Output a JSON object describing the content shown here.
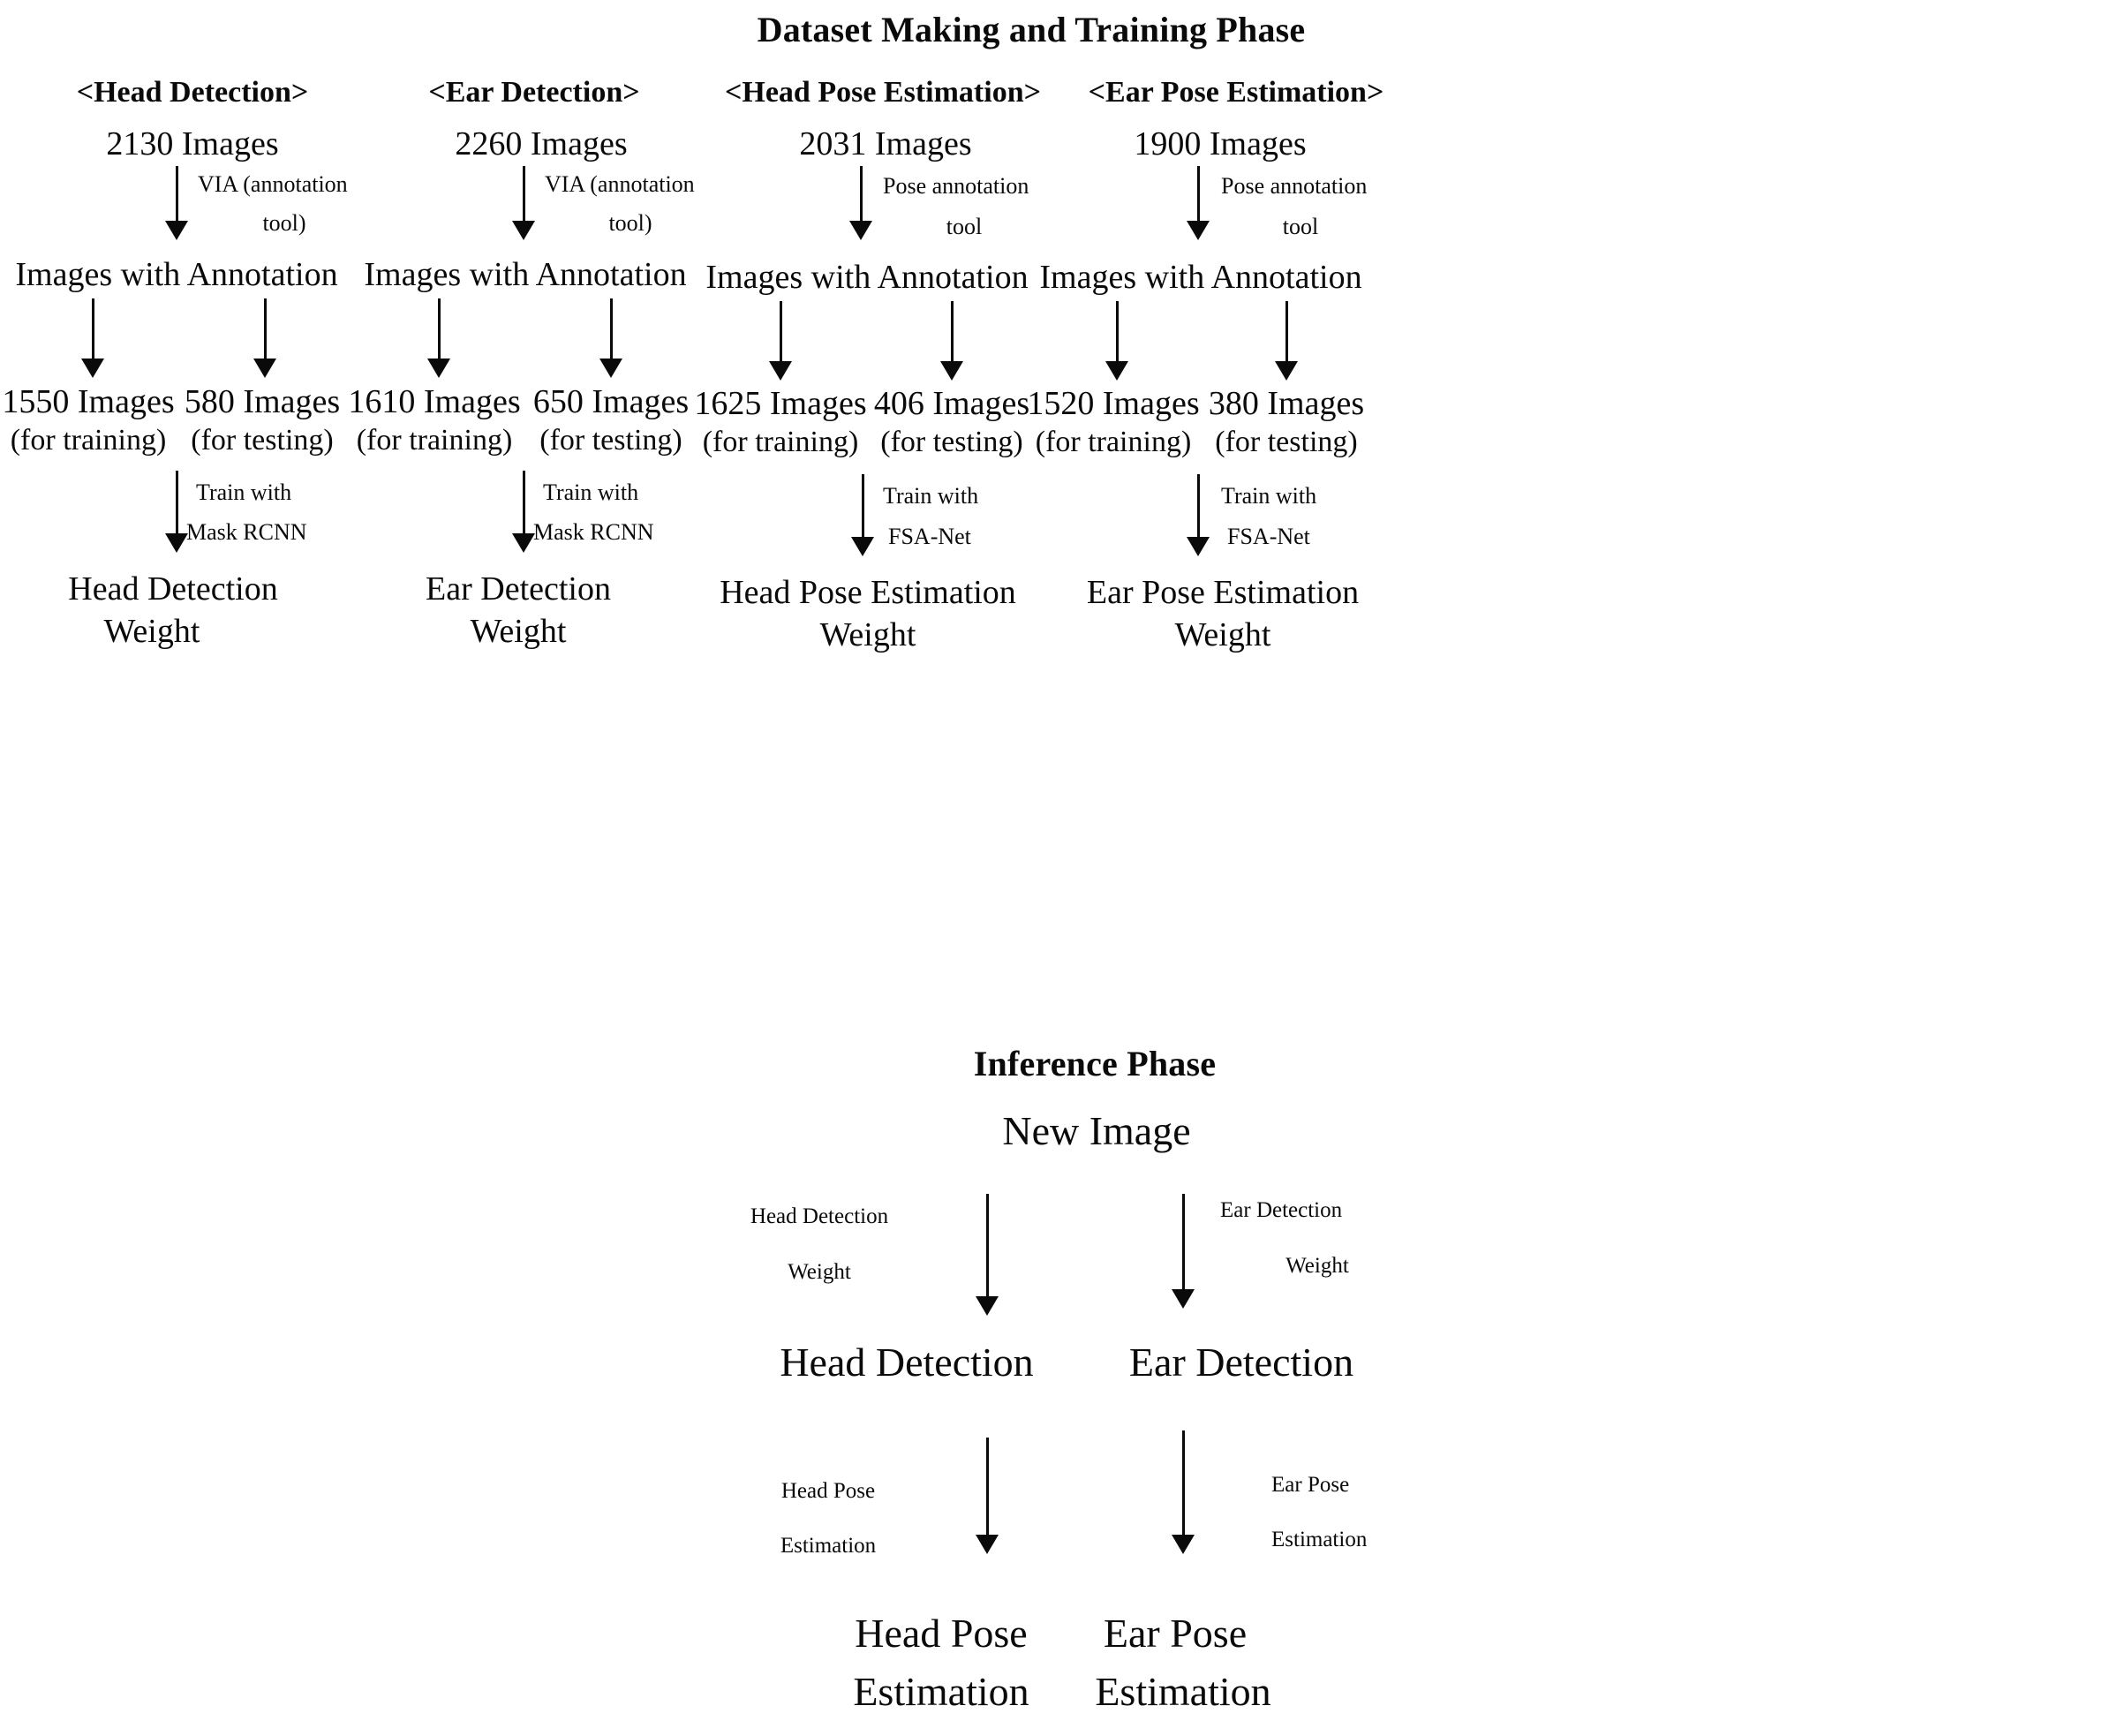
{
  "phases": {
    "training": {
      "title": "Dataset Making and Training Phase",
      "columns": [
        {
          "header": "<Head Detection>",
          "source_images": "2130 Images",
          "annotation_tool_line1": "VIA (annotation",
          "annotation_tool_line2": "tool)",
          "annotated": "Images with Annotation",
          "train_count": "1550 Images",
          "train_caption": "(for training)",
          "test_count": "580 Images",
          "test_caption": "(for testing)",
          "train_with_line1": "Train   with",
          "train_with_line2": "Mask RCNN",
          "weight_line1": "Head Detection",
          "weight_line2": "Weight"
        },
        {
          "header": "<Ear Detection>",
          "source_images": "2260 Images",
          "annotation_tool_line1": "VIA (annotation",
          "annotation_tool_line2": "tool)",
          "annotated": "Images with Annotation",
          "train_count": "1610 Images",
          "train_caption": "(for training)",
          "test_count": "650 Images",
          "test_caption": "(for testing)",
          "train_with_line1": "Train   with",
          "train_with_line2": "Mask RCNN",
          "weight_line1": "Ear Detection",
          "weight_line2": "Weight"
        },
        {
          "header": "<Head Pose Estimation>",
          "source_images": "2031 Images",
          "annotation_tool_line1": "Pose annotation",
          "annotation_tool_line2": "tool",
          "annotated": "Images with Annotation",
          "train_count": "1625 Images",
          "train_caption": "(for training)",
          "test_count": "406 Images",
          "test_caption": "(for testing)",
          "train_with_line1": "Train   with",
          "train_with_line2": "FSA-Net",
          "weight_line1": "Head Pose Estimation",
          "weight_line2": "Weight"
        },
        {
          "header": "<Ear Pose Estimation>",
          "source_images": "1900 Images",
          "annotation_tool_line1": "Pose annotation",
          "annotation_tool_line2": "tool",
          "annotated": "Images with Annotation",
          "train_count": "1520 Images",
          "train_caption": "(for training)",
          "test_count": "380 Images",
          "test_caption": "(for testing)",
          "train_with_line1": "Train with",
          "train_with_line2": "FSA-Net",
          "weight_line1": "Ear Pose Estimation",
          "weight_line2": "Weight"
        }
      ]
    },
    "inference": {
      "title": "Inference Phase",
      "input": "New Image",
      "branches": [
        {
          "weight_label_line1": "Head Detection",
          "weight_label_line2": "Weight",
          "stage": "Head Detection",
          "pose_label_line1": "Head Pose",
          "pose_label_line2": "Estimation",
          "output_line1": "Head Pose",
          "output_line2": "Estimation"
        },
        {
          "weight_label_line1": "Ear Detection",
          "weight_label_line2": "Weight",
          "stage": "Ear Detection",
          "pose_label_line1": "Ear Pose",
          "pose_label_line2": "Estimation",
          "output_line1": "Ear Pose",
          "output_line2": "Estimation"
        }
      ]
    }
  },
  "colors": {
    "ink": "#0a0a0a",
    "background": "#ffffff"
  }
}
